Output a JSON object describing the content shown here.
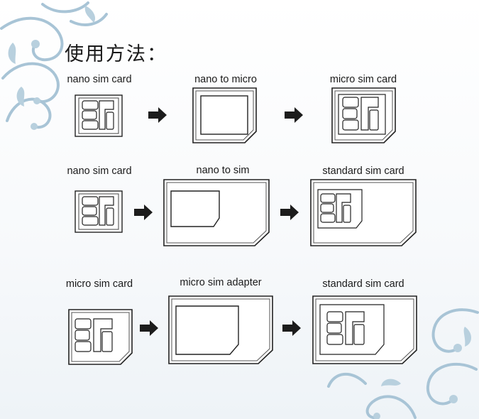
{
  "title": "使用方法：",
  "rows": [
    {
      "source": "nano sim card",
      "adapter": "nano to micro",
      "result": "micro sim card"
    },
    {
      "source": "nano sim card",
      "adapter": "nano to sim",
      "result": "standard sim card"
    },
    {
      "source": "micro sim card",
      "adapter": "micro sim adapter",
      "result": "standard sim card"
    }
  ],
  "icons": {
    "arrow": "right-arrow-icon",
    "decoration": "floral-swirl"
  },
  "colors": {
    "ink": "#1a1a1a",
    "arrow": "#1c1c1c",
    "swirl": "#9fbfd3"
  }
}
